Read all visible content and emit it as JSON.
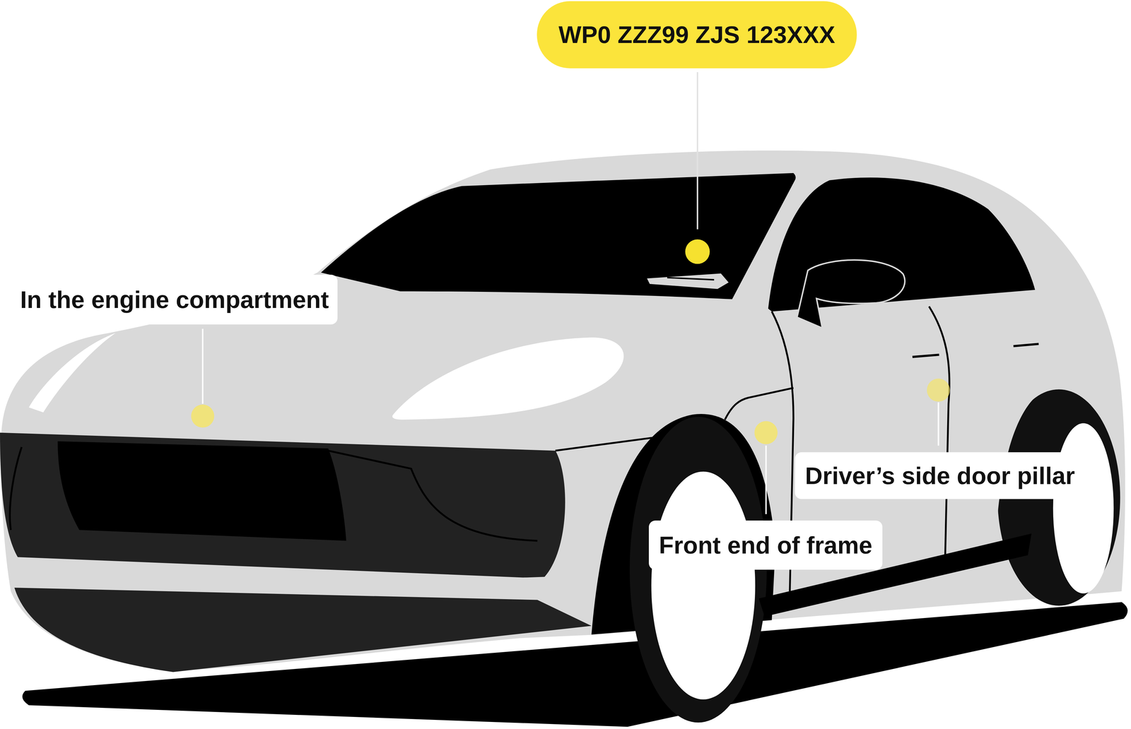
{
  "diagram": {
    "nodes": [
      {
        "text": [
          "WP0 ZZZ99 ZJS 123XXX"
        ]
      },
      {
        "text": [
          "In the engine compartment"
        ]
      },
      {
        "text": [
          "Driver’s side door pillar"
        ]
      },
      {
        "text": [
          "Front end of frame"
        ]
      }
    ]
  }
}
